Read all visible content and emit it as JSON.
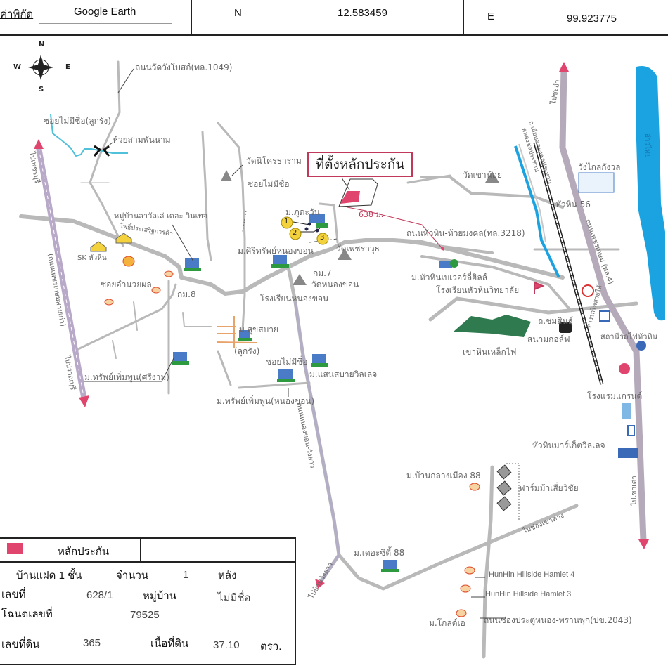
{
  "header": {
    "coord_label": "ค่าพิกัด",
    "source": "Google Earth",
    "n_label": "N",
    "n_value": "12.583459",
    "e_label": "E",
    "e_value": "99.923775"
  },
  "compass": {
    "n": "N",
    "s": "S",
    "e": "E",
    "w": "W"
  },
  "callout": "ที่ตั้งหลักประกัน",
  "distance": "638 ม.",
  "markers": [
    "1",
    "2",
    "3"
  ],
  "labels": {
    "road_1049": "ถนนวัดวังโบสถ์(ทล.1049)",
    "soi_luk_rang": "ซอยไม่มีชื่อ(ลูกรัง)",
    "huai_sam_phan": "ห้วยสามพันนาม",
    "wat_nikhon": "วัดนิโครธาราม",
    "soi_no_name_1": "ซอยไม่มีชื่อ",
    "phu_tawan": "ม.ภูตะวัน",
    "to_north_left": "ไปเพชรบุรี",
    "petchkasem_left": "(ถนนเพชรเกษมสายเก่า)",
    "to_south_left": "ไปปราณบุรี",
    "lavalee": "หมู่บ้านลาวัลเล่ เดอะ วินเทจ",
    "pho_prasert": "โพธิ์ประเสริฐการค้า",
    "sk_huahin": "SK หัวหิน",
    "soi_amnuai": "ซอยอำนวยผล",
    "km8": "กม.8",
    "sirisap_nongkhon": "ม.ศิริทรัพย์หนองขอน",
    "wat_phet": "วัดเพชราวุธ",
    "km7": "กม.7",
    "wat_nongkhon": "วัดหนองขอน",
    "school_nongkhon": "โรงเรียนหนองขอน",
    "road_3218": "ถนนหัวหิน-ห้วยมงคล(ทล.3218)",
    "huahin_beverly": "ม.หัวหินเบเวอร์ลี่ฮิลล์",
    "school_huahin_wit": "โรงเรียนหัวหินวิทยาลัย",
    "wat_khao_noi": "วัดเขาน้อย",
    "klai_kangwon": "วังไกลกังวล",
    "huahin_56": "หัวหิน 56",
    "to_chaam": "ไปชะอำ",
    "road_4": "ถนนเพชรเกษม (ทล.4)",
    "canal_road": "ถ.เลียบคลองชลประทาน",
    "canal": "คลองชลประทาน",
    "sea": "อ่าวไทย",
    "sukhsabai": "ม.สุขสบาย",
    "luk_rang": "(ลูกรัง)",
    "soi_no_name_2": "ซอยไม่มีชื่อ",
    "saen_sabai": "ม.แสนสบายวิลเลจ",
    "sap_phoemphun": "ม.ทรัพย์เพิ่มพูน(หนองขอน)",
    "sap_phoemphon": "ม.ทรัพย์เพิ่มพูน(ศรีงาม)",
    "road_nongkhon": "ถนนหนองขอน-วังยาว",
    "khao_hin_lek_fai": "เขาหินเหล็กไฟ",
    "chomsin": "ถ.ชมสินธุ์",
    "golf": "สนามกอล์ฟ",
    "railway": "ทางรถไฟสายใต้",
    "station": "สถานีรถไฟหัวหิน",
    "grand_hotel": "โรงแรมแกรนด์",
    "market_village": "หัวหินมาร์เก็ตวิลเลจ",
    "ban_klang_mueang": "ม.บ้านกลางเมือง 88",
    "horse_farm": "ฟาร์มม้าเสี่ยวิชัย",
    "to_khao_tao": "ไปเขาเต่า",
    "to_khao_tao_road": "ไปช่องเขาต่าง",
    "the_city_88": "ม.เดอะซิตี้ 88",
    "to_wang_yao": "ไปบ้านวังยาว",
    "hamlet4": "HunHin Hillside Hamlet 4",
    "hamlet3": "HunHin Hillside Hamlet 3",
    "gold_a": "ม.โกลด์เอ",
    "road_2043": "ถนนช่องประตู่หนอง-พรานพุก(ปข.2043)"
  },
  "legend": {
    "swatch_color": "#e0456e",
    "title": "หลักประกัน",
    "building": "บ้านแฝด 1 ชั้น",
    "qty_label": "จำนวน",
    "qty": "1",
    "qty_unit": "หลัง",
    "house_no_label": "เลขที่",
    "house_no": "628/1",
    "village_label": "หมู่บ้าน",
    "village": "ไม่มีชื่อ",
    "deed_label": "โฉนดเลขที่",
    "deed": "79525",
    "land_no_label": "เลขที่ดิน",
    "land_no": "365",
    "area_label": "เนื้อที่ดิน",
    "area": "37.10",
    "area_unit": "ตรว."
  },
  "colors": {
    "road": "#b8b8b8",
    "water": "#1aa3e0",
    "arrow": "#e0456e",
    "collateral": "#e0456e",
    "callout": "#c0395a"
  }
}
